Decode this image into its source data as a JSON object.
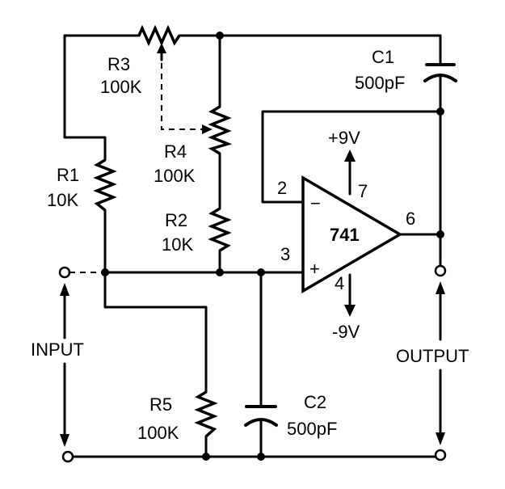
{
  "components": {
    "r1": {
      "name": "R1",
      "value": "10K"
    },
    "r2": {
      "name": "R2",
      "value": "10K"
    },
    "r3": {
      "name": "R3",
      "value": "100K"
    },
    "r4": {
      "name": "R4",
      "value": "100K"
    },
    "r5": {
      "name": "R5",
      "value": "100K"
    },
    "c1": {
      "name": "C1",
      "value": "500pF"
    },
    "c2": {
      "name": "C2",
      "value": "500pF"
    },
    "opamp": {
      "part": "741",
      "minus_sign": "−",
      "plus_sign": "+",
      "pins": {
        "inv": "2",
        "noninv": "3",
        "vplus": "7",
        "vminus": "4",
        "out": "6"
      }
    }
  },
  "supplies": {
    "positive": "+9V",
    "negative": "-9V"
  },
  "ports": {
    "input": "INPUT",
    "output": "OUTPUT"
  }
}
